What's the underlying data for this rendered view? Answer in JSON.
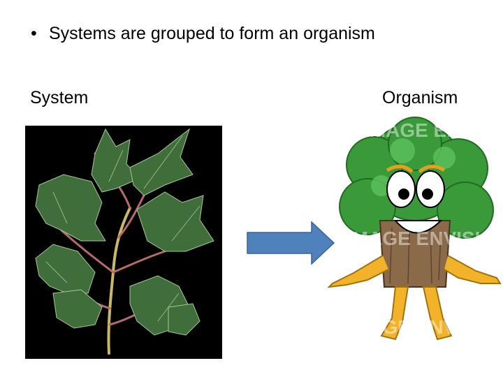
{
  "slide": {
    "bullet_glyph": "•",
    "bullet_text": "Systems are grouped to form an organism",
    "system_label": "System",
    "organism_label": "Organism"
  },
  "images": {
    "left": {
      "subject": "leafy plant branch on black background"
    },
    "right": {
      "subject": "cartoon tree character sitting",
      "watermark": "IMAGE ENVISION"
    }
  },
  "arrow": {
    "direction": "right",
    "color": "#4F81BD"
  }
}
